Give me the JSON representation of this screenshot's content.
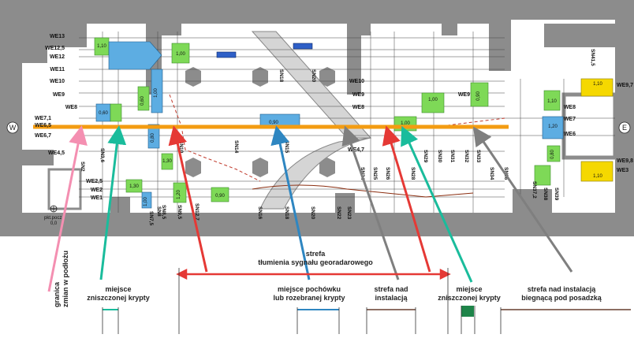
{
  "orientation": {
    "west": "W",
    "east": "E"
  },
  "we_labels": [
    "WE13",
    "WE12,5",
    "WE12",
    "WE11",
    "WE10",
    "WE9",
    "WE8",
    "WE7,1",
    "WE6,5",
    "WE6,7",
    "WE4,5",
    "WE2,5",
    "WE2",
    "WE1",
    "WE10",
    "WE9",
    "WE8",
    "WE4,7",
    "WE9",
    "WE8",
    "WE7",
    "WE6",
    "WE9,7",
    "WE9,8",
    "WE3"
  ],
  "sn_labels": [
    "SN3,6",
    "SN2",
    "SN7,5",
    "SN8,5",
    "SN9,5",
    "SN8",
    "SN10",
    "SN12,7",
    "SN14",
    "SN15",
    "SN16",
    "SN18",
    "SN18",
    "SN20",
    "SN20",
    "SN22",
    "SN23",
    "SN24",
    "SN25",
    "SN26",
    "SN28",
    "SN29",
    "SN30",
    "SN31",
    "SN32",
    "SN33",
    "SN34",
    "SN36",
    "SN37,2",
    "SN38",
    "SN39",
    "SN41,5"
  ],
  "box_values": [
    "1,10",
    "0,60",
    "1,00",
    "0,60",
    "1,30",
    "0,90",
    "0,90",
    "1,00",
    "1,00",
    "1,00",
    "1,10",
    "1,20",
    "1,10",
    "1,10",
    "1,30",
    "1,20",
    "1,00",
    "0,90",
    "0,80",
    "0,80"
  ],
  "legend": {
    "attenuation_zone": "strefa\ntłumienia sygnału georadarowego",
    "zone_boundary": "granica\nzmian w podłożu",
    "destroyed_crypt_1": "miejsce\nzniszczonej krypty",
    "burial_site": "miejsce pochówku\nlub rozebranej krypty",
    "above_installation": "strefa nad\ninstalacją",
    "destroyed_crypt_2": "miejsce\nzniszczonej krypty",
    "floor_installation": "strefa nad instalacją\nbiegnącą pod posadzką"
  },
  "start_point": {
    "label": "pkt.pocz.",
    "value": "0,0"
  },
  "profile_line": "WE6,5",
  "colors": {
    "wall": "#8c8c8c",
    "profile": "#f39c12",
    "pink": "#f48fb1",
    "teal": "#1abc9c",
    "red": "#e53935",
    "gray_arrow": "#7f7f7f",
    "blue_box": "#5dade2",
    "green_box": "#7ed957",
    "yellow_box": "#f5d800",
    "brown": "#8d6e63",
    "blue_arrow": "#2e86c1",
    "green_arrow": "#1e8449"
  }
}
